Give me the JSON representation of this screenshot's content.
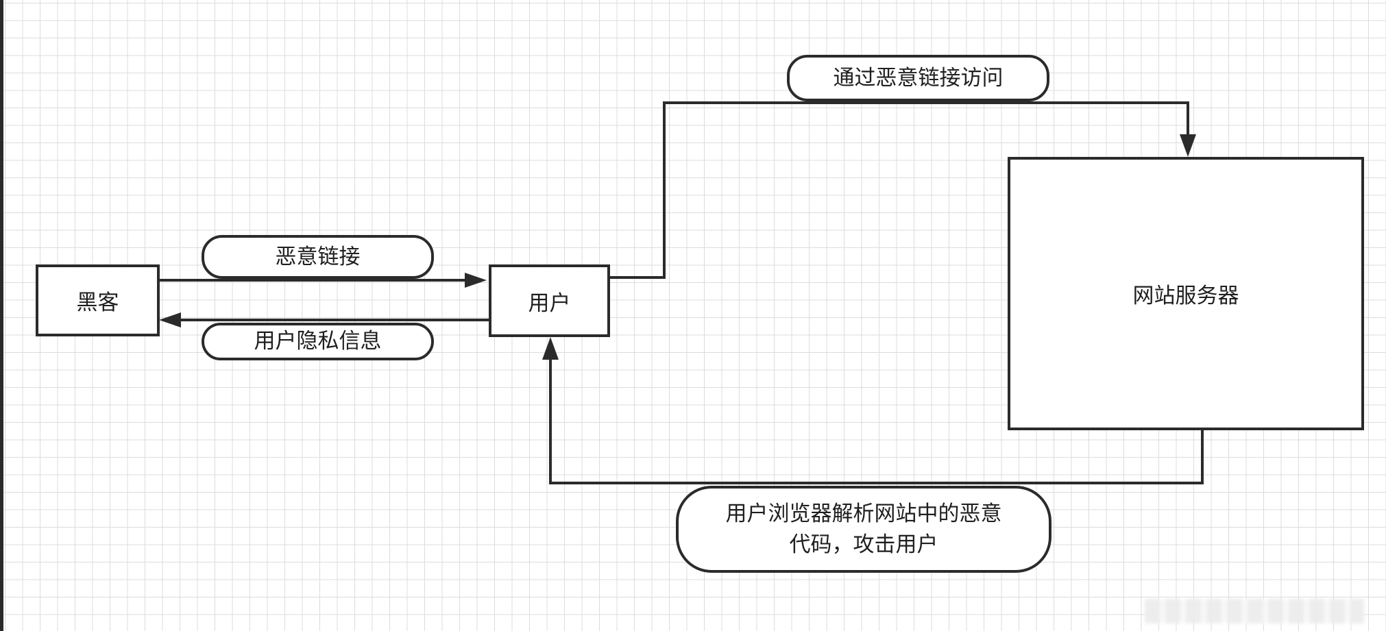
{
  "nodes": {
    "hacker": "黑客",
    "user": "用户",
    "server": "网站服务器"
  },
  "edge_labels": {
    "malicious_link": "恶意链接",
    "user_private_info": "用户隐私信息",
    "visit_via_link": "通过恶意链接访问",
    "browser_parse_line1": "用户浏览器解析网站中的恶意",
    "browser_parse_line2": "代码，攻击用户"
  },
  "colors": {
    "stroke": "#2b2b2b",
    "grid": "#dcdcdc",
    "background": "#ffffff"
  }
}
